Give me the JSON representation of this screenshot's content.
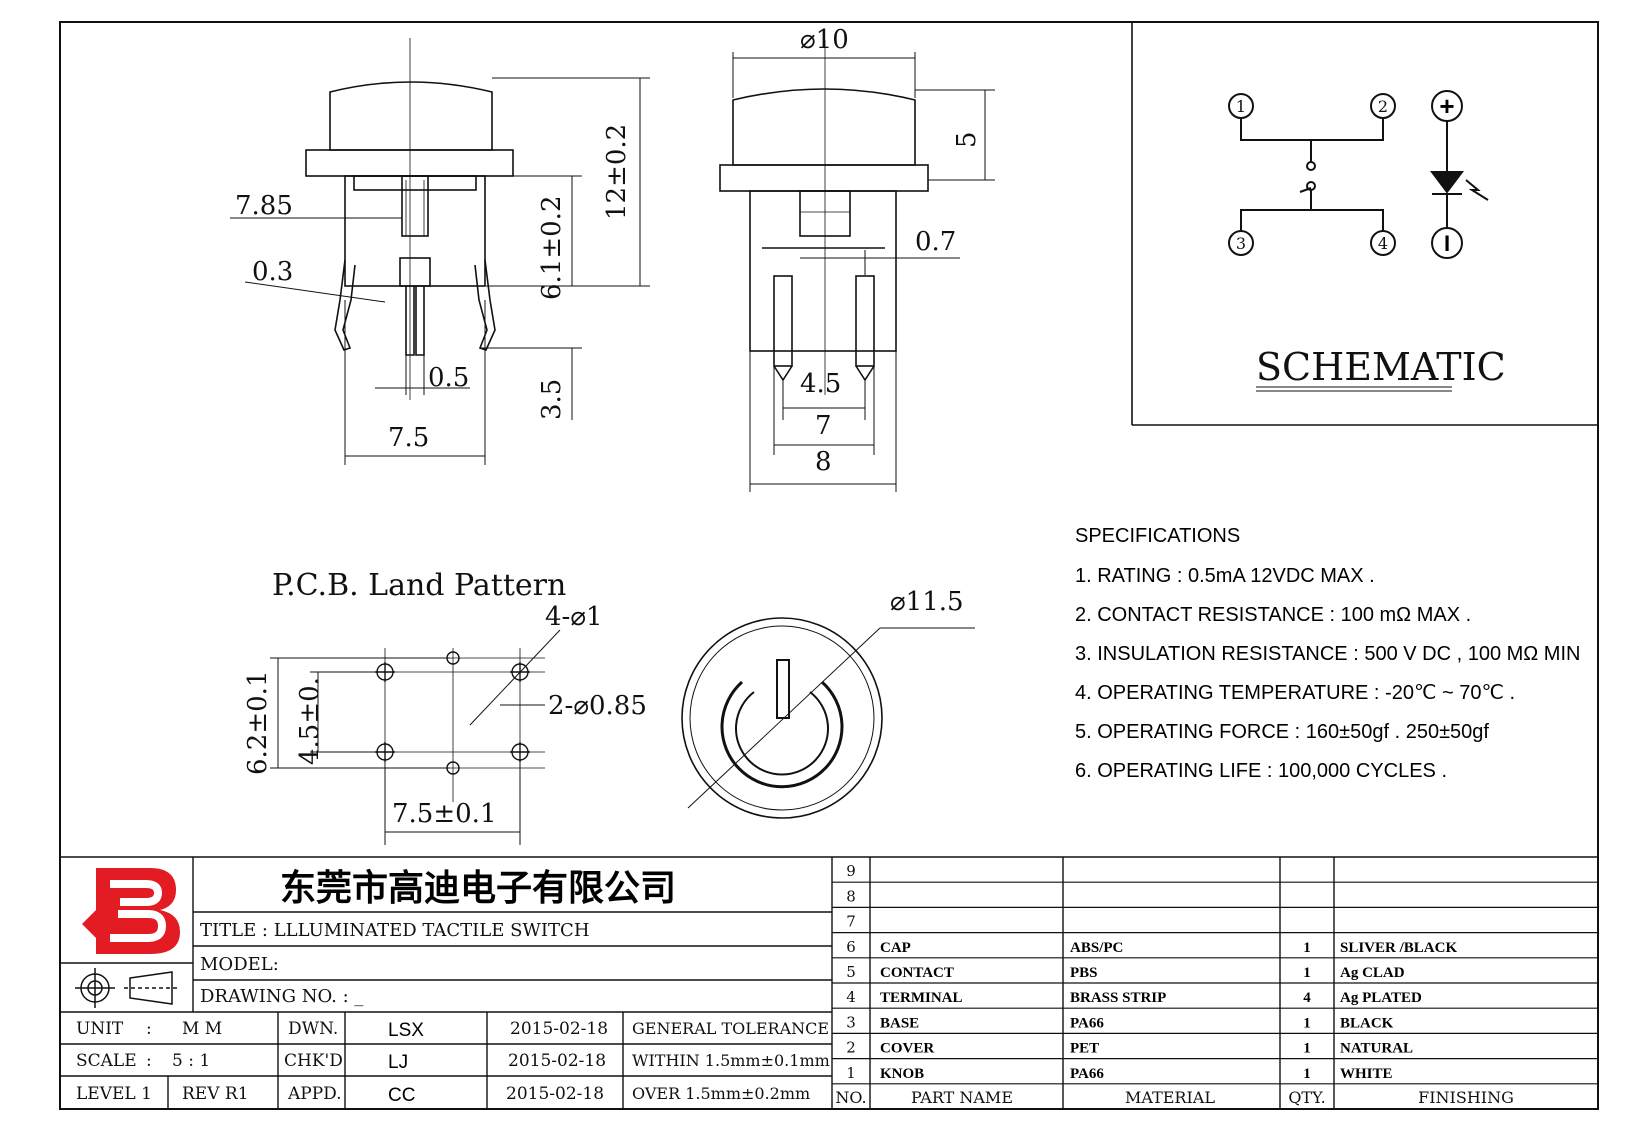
{
  "views": {
    "side": {
      "dims": [
        "7.85",
        "0.3",
        "0.5",
        "7.5",
        "12±0.2",
        "6.1±0.2",
        "3.5"
      ]
    },
    "front": {
      "dims": [
        "⌀10",
        "5",
        "0.7",
        "4.5",
        "7",
        "8"
      ]
    },
    "pcb": {
      "title": "P.C.B. Land Pattern",
      "dims": [
        "4-⌀1",
        "2-⌀0.85",
        "6.2±0.1",
        "4.5±0.",
        "7.5±0.1"
      ]
    },
    "top": {
      "dims": [
        "⌀11.5"
      ]
    }
  },
  "schematic": {
    "title": "SCHEMATIC",
    "pins": [
      "1",
      "2",
      "3",
      "4"
    ],
    "led": {
      "plus": "+",
      "minus": "I"
    }
  },
  "specifications": {
    "heading": "SPECIFICATIONS",
    "items": [
      "1. RATING : 0.5mA 12VDC MAX .",
      "2. CONTACT RESISTANCE : 100 mΩ MAX .",
      "3. INSULATION RESISTANCE : 500 V DC , 100 MΩ MIN",
      "4. OPERATING TEMPERATURE : -20℃ ~ 70℃ .",
      "5. OPERATING FORCE : 160±50gf . 250±50gf",
      "6. OPERATING LIFE : 100,000 CYCLES ."
    ]
  },
  "title_block": {
    "company": "东莞市高迪电子有限公司",
    "title": "TITLE :  LLLUMINATED TACTILE SWITCH",
    "model": "MODEL:",
    "drawing_no": "DRAWING NO.  : _",
    "unit": {
      "label": "UNIT",
      "sep": ":",
      "value": "M M"
    },
    "scale": {
      "label": "SCALE",
      "sep": ":",
      "value": "5 : 1"
    },
    "level": "LEVEL 1",
    "rev": "REV  R1",
    "dwn": {
      "label": "DWN.",
      "name": "LSX",
      "date": "2015-02-18"
    },
    "chk": {
      "label": "CHK'D",
      "name": "LJ",
      "date": "2015-02-18"
    },
    "appd": {
      "label": "APPD.",
      "name": "CC",
      "date": "2015-02-18"
    },
    "tolerance": [
      "GENERAL TOLERANCE",
      "WITHIN 1.5mm±0.1mm",
      "OVER   1.5mm±0.2mm"
    ]
  },
  "bom": {
    "headers": {
      "no": "NO.",
      "part": "PART  NAME",
      "material": "MATERIAL",
      "qty": "QTY.",
      "finishing": "FINISHING"
    },
    "rows": [
      {
        "no": "9",
        "part": "",
        "material": "",
        "qty": "",
        "finishing": ""
      },
      {
        "no": "8",
        "part": "",
        "material": "",
        "qty": "",
        "finishing": ""
      },
      {
        "no": "7",
        "part": "",
        "material": "",
        "qty": "",
        "finishing": ""
      },
      {
        "no": "6",
        "part": "CAP",
        "material": "ABS/PC",
        "qty": "1",
        "finishing": "SLIVER /BLACK"
      },
      {
        "no": "5",
        "part": "CONTACT",
        "material": "PBS",
        "qty": "1",
        "finishing": "Ag CLAD"
      },
      {
        "no": "4",
        "part": "TERMINAL",
        "material": "BRASS STRIP",
        "qty": "4",
        "finishing": "Ag PLATED"
      },
      {
        "no": "3",
        "part": "BASE",
        "material": "PA66",
        "qty": "1",
        "finishing": "BLACK"
      },
      {
        "no": "2",
        "part": "COVER",
        "material": "PET",
        "qty": "1",
        "finishing": "NATURAL"
      },
      {
        "no": "1",
        "part": "KNOB",
        "material": "PA66",
        "qty": "1",
        "finishing": "WHITE"
      }
    ]
  },
  "colors": {
    "logo": "#e31b23",
    "line": "#111111"
  }
}
